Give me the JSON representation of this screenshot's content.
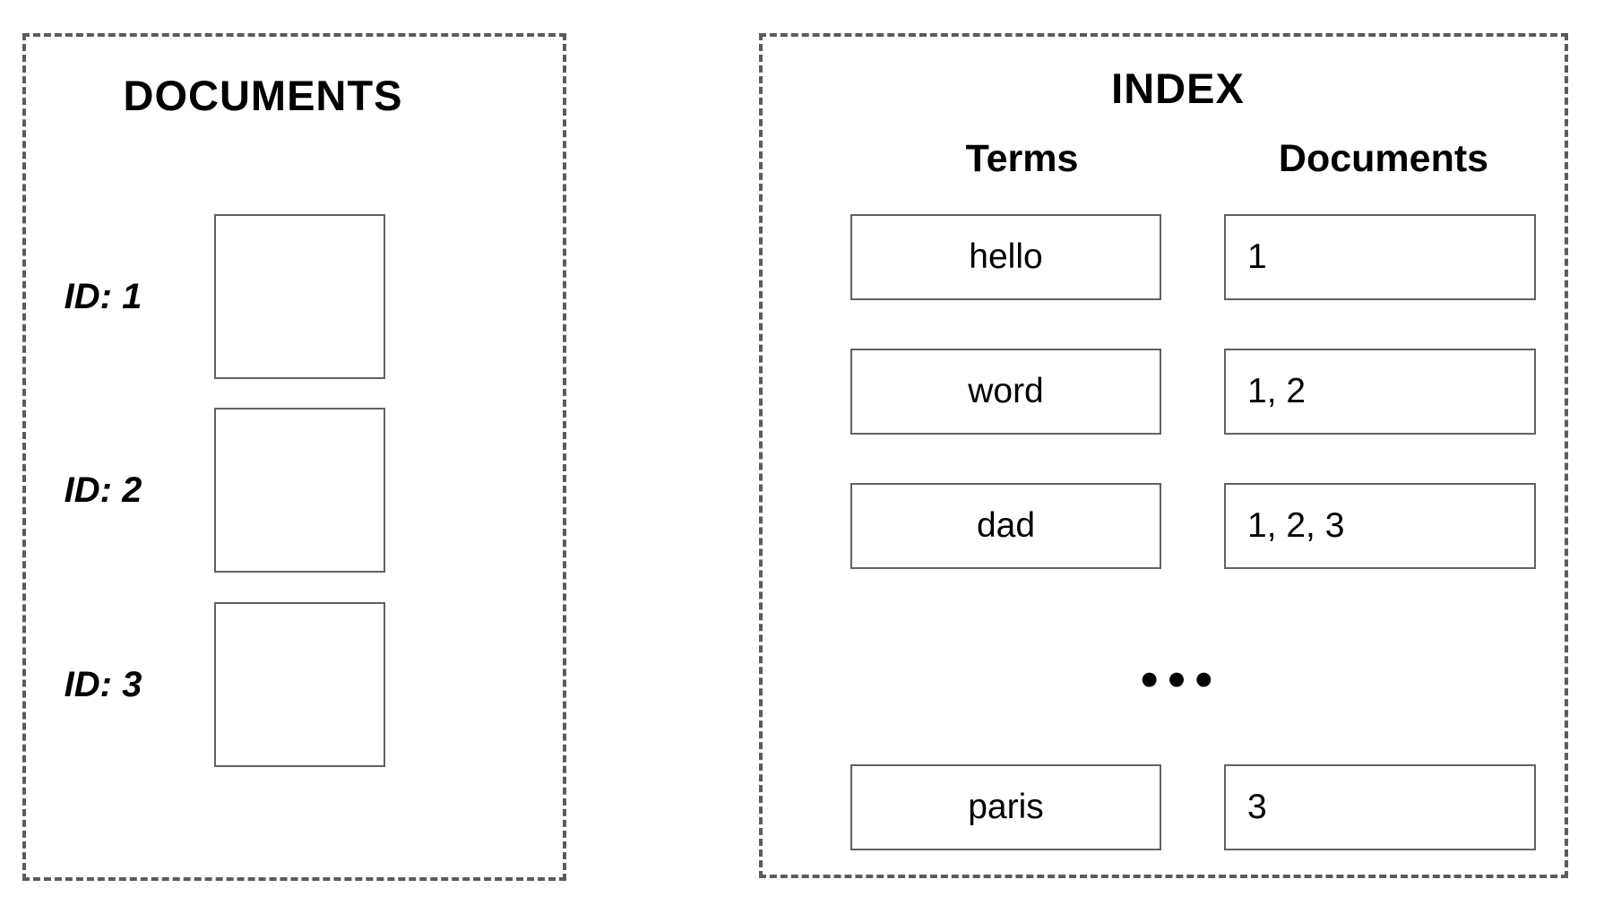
{
  "diagram": {
    "documents_panel": {
      "title": "DOCUMENTS",
      "documents": [
        {
          "id_label": "ID: 1"
        },
        {
          "id_label": "ID: 2"
        },
        {
          "id_label": "ID: 3"
        }
      ]
    },
    "index_panel": {
      "title": "INDEX",
      "terms_column_header": "Terms",
      "documents_column_header": "Documents",
      "entries": [
        {
          "term": "hello",
          "doc_ids": "1"
        },
        {
          "term": "word",
          "doc_ids": "1, 2"
        },
        {
          "term": "dad",
          "doc_ids": "1, 2, 3"
        },
        {
          "term": "paris",
          "doc_ids": "3"
        }
      ],
      "ellipsis": "●●●"
    },
    "colors": {
      "panel_dash_border": "#5b5b5b",
      "box_border": "#616161",
      "text": "#000000",
      "background": "#ffffff"
    }
  }
}
